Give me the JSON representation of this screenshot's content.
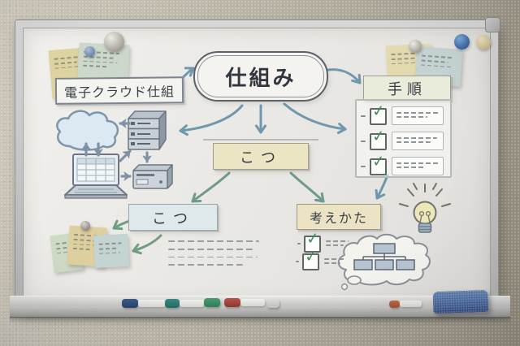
{
  "labels": {
    "center_topic": "仕組み",
    "cloud_system": "電子クラウド仕組",
    "procedure": "手順",
    "tip_center": "こつ",
    "tip_lower": "こつ",
    "thinking": "考えかた"
  },
  "check_glyph": "✓",
  "checklists": {
    "procedure_item_count": 3,
    "thinking_item_count": 2
  },
  "icons": {
    "left_cluster": [
      "cloud-icon",
      "server-icon",
      "laptop-icon",
      "printer-icon"
    ],
    "right_cluster": [
      "lightbulb-icon",
      "thought-bubble-icon",
      "org-chart-icon"
    ],
    "board_objects": [
      "sticky-note",
      "magnet",
      "marker",
      "eraser"
    ]
  },
  "colors": {
    "ink": "#3c4248",
    "arrow_blue": "#6f98ae",
    "arrow_teal": "#6f9a8c",
    "arrow_green": "#6f9e85",
    "check_green": "#3f9158",
    "box_cream": "#ece5c3",
    "box_pale_green": "#e9ecda",
    "box_pale_blue": "#dfe8eb",
    "note_yellow": "#ddd2a0",
    "note_green": "#cfdac9",
    "note_blue": "#c4d3d3",
    "eraser_blue": "#46679d",
    "wall_beige": "#b9b3a5"
  }
}
